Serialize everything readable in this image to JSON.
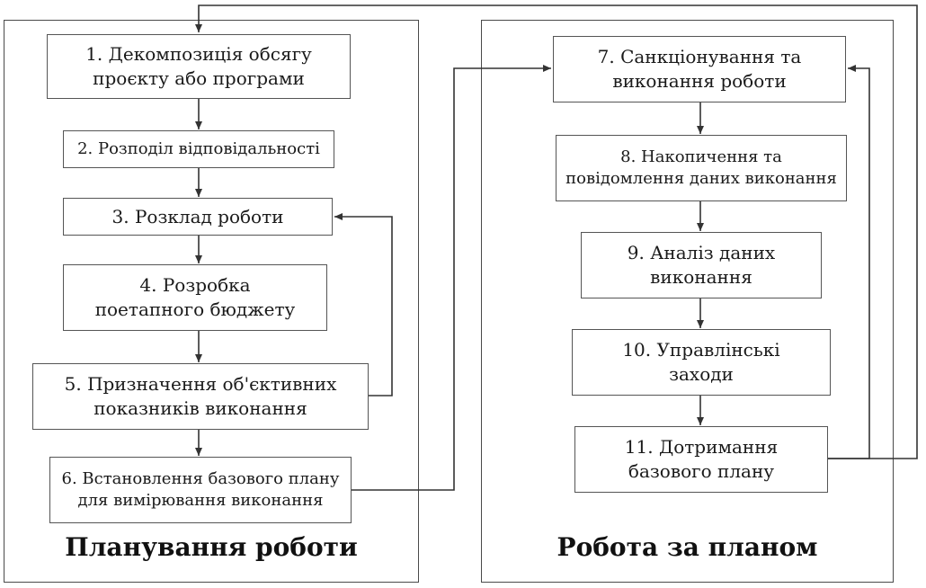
{
  "planning": {
    "title": "Планування роботи",
    "steps": [
      {
        "line1": "1. Декомпозиція обсягу",
        "line2": "проєкту або програми"
      },
      {
        "line1": "2. Розподіл відповідальності",
        "line2": ""
      },
      {
        "line1": "3. Розклад роботи",
        "line2": ""
      },
      {
        "line1": "4. Розробка",
        "line2": "поетапного бюджету"
      },
      {
        "line1": "5. Призначення об'єктивних",
        "line2": "показників виконання"
      },
      {
        "line1": "6. Встановлення базового плану",
        "line2": "для вимірювання виконання"
      }
    ]
  },
  "execution": {
    "title": "Робота за планом",
    "steps": [
      {
        "line1": "7. Санкціонування та",
        "line2": "виконання роботи"
      },
      {
        "line1": "8. Накопичення та",
        "line2": "повідомлення даних виконання"
      },
      {
        "line1": "9. Аналіз даних",
        "line2": "виконання"
      },
      {
        "line1": "10. Управлінські",
        "line2": "заходи"
      },
      {
        "line1": "11. Дотримання",
        "line2": "базового плану"
      }
    ]
  },
  "colors": {
    "line": "#333333",
    "border": "#555555"
  }
}
